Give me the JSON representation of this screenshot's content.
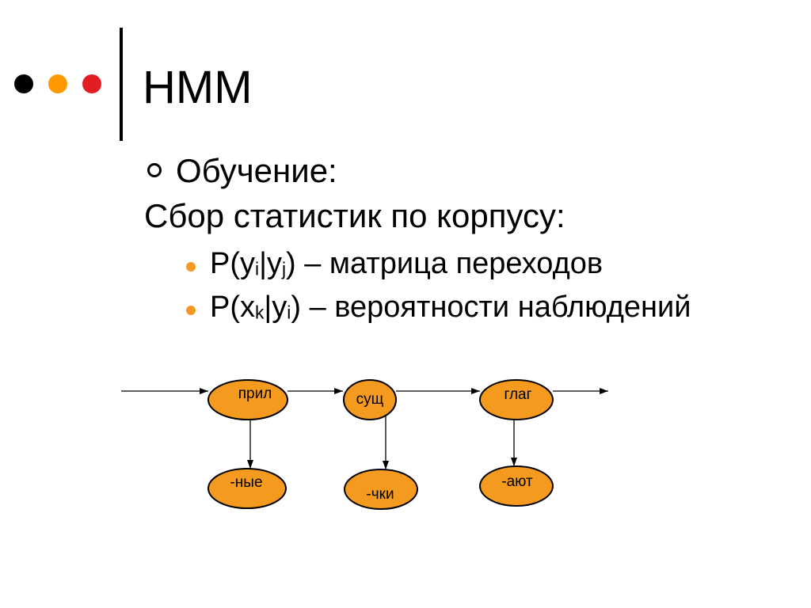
{
  "slide": {
    "title": "HMM",
    "bullet": "Обучение:",
    "subheading": "Сбор статистик по корпусу:",
    "sub_bullets": [
      {
        "p1": "P(y",
        "s1": "i",
        "p2": "|y",
        "s2": "j",
        "p3": ") – матрица переходов"
      },
      {
        "p1": "P(x",
        "s1": "k",
        "p2": "|y",
        "s2": "i",
        "p3": ") – вероятности наблюдений"
      }
    ]
  },
  "diagram": {
    "states": [
      "прил",
      "сущ",
      "глаг"
    ],
    "observations": [
      "-ные",
      "-чки",
      "-ают"
    ]
  },
  "icons": {
    "decor_dots": [
      "black-dot-icon",
      "orange-dot-icon",
      "red-dot-icon"
    ],
    "bullet": "hollow-circle-bullet-icon",
    "sub_bullet": "orange-dot-bullet-icon"
  },
  "colors": {
    "background": "#FFFFFF",
    "text": "#000000",
    "dot_black": "#000000",
    "dot_orange": "#FF9900",
    "dot_red": "#E31B23",
    "sub_bullet": "#F59A23",
    "node_fill": "#F39A1F",
    "node_stroke": "#000000"
  }
}
